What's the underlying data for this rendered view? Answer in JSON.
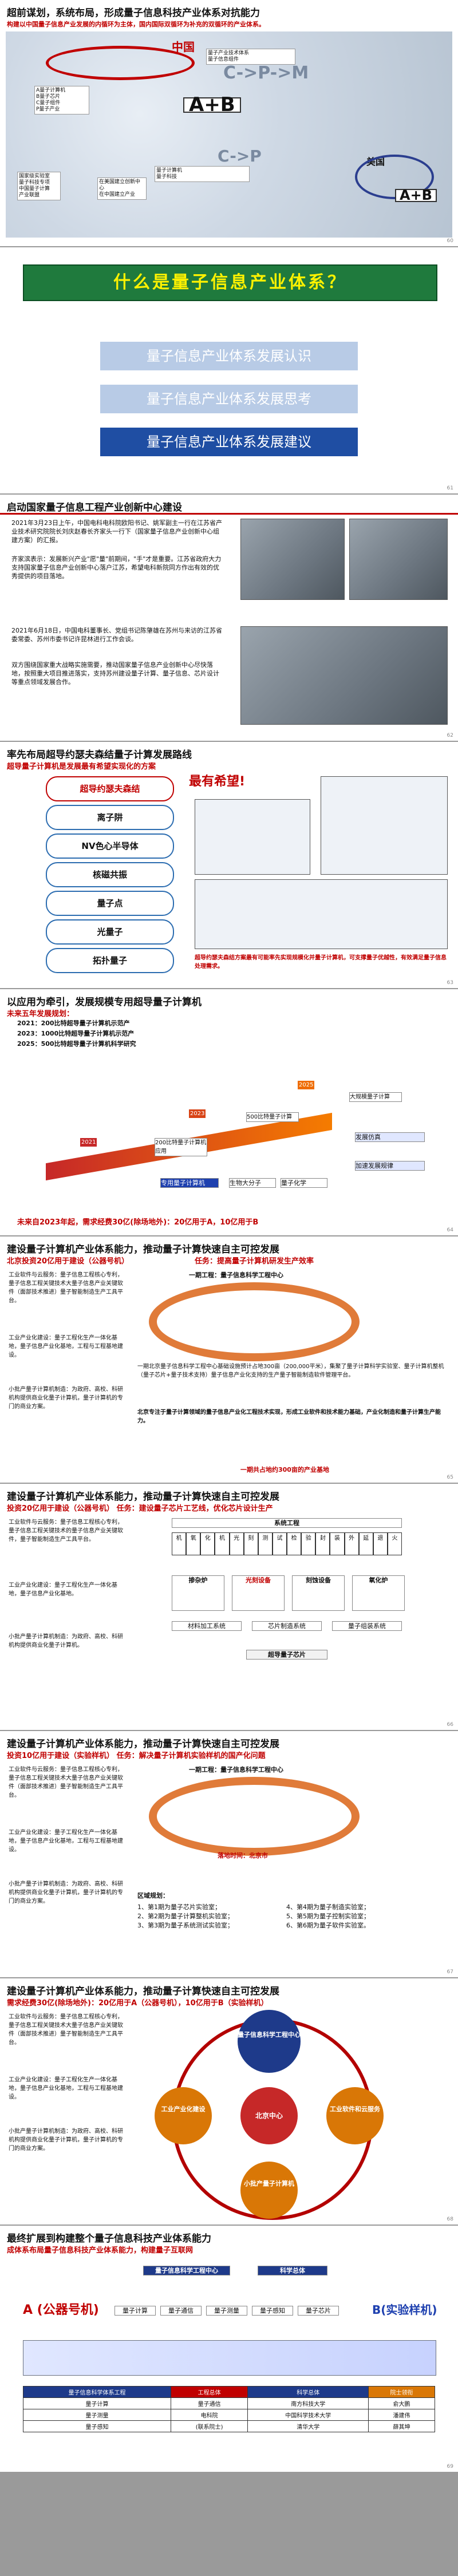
{
  "slide1": {
    "title": "超前谋划，系统布局，形成量子信息科技产业体系对抗能力",
    "subtitle": "构建以中国量子信息产业发展的内循环为主体，国内国际双循环为补充的双循环的产业体系。",
    "china": "中国",
    "usa": "美国",
    "formula1": "C->P->M",
    "formula2": "C->P",
    "ab": "A+B",
    "box_lines": [
      "量子产业技术体系",
      "量子信息组件",
      "量子计算机",
      "量子科技"
    ],
    "left_box": [
      "A量子计算机",
      "B量子芯片",
      "C量子组件",
      "P量子产业"
    ],
    "left_col": [
      "国家级实验室",
      "量子科技专项",
      "中国量子计算",
      "产业联盟"
    ],
    "middle_col": [
      "在美国建立创新中心",
      "在中国建立产业"
    ],
    "pg": "60"
  },
  "slide2": {
    "banner": "什么是量子信息产业体系？",
    "btn1": "量子信息产业体系发展认识",
    "btn2": "量子信息产业体系发展思考",
    "btn3": "量子信息产业体系发展建议",
    "pg": "61"
  },
  "slide3": {
    "title": "启动国家量子信息工程产业创新中心建设",
    "p1": "2021年3月23日上午，中国电科电科院欧阳书记、姚军副主一行在江苏省产业技术研究院院长刘庆赵春长齐家头一行下（国家量子信息产业创新中心组建方案）的汇报。",
    "p2": "齐家滨表示：发展新兴产业\"愿\"量\"前期间，\"手\"才是重要。江苏省政府大力支持国家量子信息产业创新中心落户江苏，希望电科新院同方作出有效的优秀提供的项目落地。",
    "p3": "2021年6月18日，中国电科董事长、党组书记陈肇雄在苏州与来访的江苏省委常委、苏州市委书记许昆林进行工作会谈。",
    "p4": "双方围绕国家重大战略实施需要，推动国家量子信息产业创新中心尽快落地，按照重大项目推进落实，支持苏州建设量子计算、量子信息、芯片设计等重点领域发展合作。",
    "pg": "62"
  },
  "slide4": {
    "title": "率先布局超导约瑟夫森结量子计算发展路线",
    "subtitle": "超导量子计算机是发展最有希望实现化的方案",
    "items": [
      "超导约瑟夫森结",
      "离子阱",
      "NV色心半导体",
      "核磁共振",
      "量子点",
      "光量子",
      "拓扑量子"
    ],
    "badge": "最有希望!",
    "caption": "超导约瑟夫森结方案最有可能率先实现规模化并量子计算机，可支撑量子优越性，有效满足量子信息处理需求。",
    "pg": "63"
  },
  "slide5": {
    "title": "以应用为牵引，发展规模专用超导量子计算机",
    "subtitle": "未来五年发展规划：",
    "plans": [
      "2021：200比特超导量子计算机示范产",
      "2023：1000比特超导量子计算机示范产",
      "2025：500比特超导量子计算机科学研究"
    ],
    "years": [
      "2021",
      "2023",
      "2025"
    ],
    "steps": [
      "200比特量子计算机应用",
      "500比特量子计算",
      "大规模量子计算"
    ],
    "labels": [
      "专用量子计算机",
      "生物大分子",
      "量子化学",
      "发展仿真",
      "加速发展规律"
    ],
    "bottom": "未来自2023年起，需求经费30亿(除场地外)：20亿用于A，10亿用于B",
    "pg": "64"
  },
  "slide6": {
    "title": "建设量子计算机产业体系能力，推动量子计算快速自主可控发展",
    "sub1": "北京投资20亿用于建设（公器号机）",
    "sub2": "任务：提高量子计算机研发生产效率",
    "left": [
      "工业软件与云服务：量子信息工程核心专利，量子信息工程关键技术大量子信息产业关键软件（面部技术推进）量子智能制造生产工具平台。",
      "工业产业化建设：量子工程化生产一体化基地，量子信息产业化基地，工程与工程基地建设。",
      "小批产量子计算机制造：为政府、高校、科研机构提供商业化量子计算机，量子计算机的专门的商业方案。"
    ],
    "ring_label": "一期工程：量子信息科学工程中心",
    "right": "一期北京量子信息科学工程中心基础设施预计占地300亩（200,000平米），集聚了量子计算科学实验室、量子计算机整机（量子芯片+量子技术支持）量子信息产业化支持的生产量子智能制造软件管理平台。",
    "right2": "北京专注于量子计算领域的量子信息产业化工程技术实现，形成工业软件和技术能力基础，产业化制造和量子计算生产能力。",
    "note": "一期共占地约300亩的产业基地",
    "pg": "65"
  },
  "slide7": {
    "title": "建设量子计算机产业体系能力，推动量子计算快速自主可控发展",
    "sub": "投资20亿用于建设（公器号机）      任务：建设量子芯片工艺线，优化芯片设计生产",
    "left": [
      "工业软件与云服务：量子信息工程核心专利，量子信息工程关键技术的量子信息产业关键软件，量子智能制造生产工具平台。",
      "工业产业化建设：量子工程化生产一体化基地，量子信息产业化基地。",
      "小批产量子计算机制造：为政府、高校、科研机构提供商业化量子计算机。"
    ],
    "sys": "系统工程",
    "cells": [
      "机",
      "氧",
      "化",
      "机",
      "光",
      "刻",
      "测",
      "试",
      "检",
      "验",
      "封",
      "装",
      "外",
      "延",
      "退",
      "火"
    ],
    "groups": [
      "掺杂炉",
      "光刻设备",
      "刻蚀设备",
      "氧化炉"
    ],
    "layer1": [
      "材料加工系统",
      "芯片制造系统",
      "量子组装系统"
    ],
    "chip": "超导量子芯片",
    "pg": "66"
  },
  "slide8": {
    "title": "建设量子计算机产业体系能力，推动量子计算快速自主可控发展",
    "sub": "投资10亿用于建设（实验样机）      任务：解决量子计算机实验样机的国产化问题",
    "ring_label": "一期工程：量子信息科学工程中心",
    "location": "落地时间：北京市",
    "right_title": "区域规划：",
    "right": [
      "1、第1期为量子芯片实验室；",
      "2、第2期为量子计算整机实验室；",
      "3、第3期为量子系统测试实验室；"
    ],
    "right2": [
      "4、第4期为量子制造实验室；",
      "5、第5期为量子控制实验室；",
      "6、第6期为量子软件实验室。"
    ],
    "pg": "67"
  },
  "slide9": {
    "title": "建设量子计算机产业体系能力，推动量子计算快速自主可控发展",
    "sub": "需求经费30亿(除场地外)：20亿用于A（公器号机），10亿用于B（实验样机）",
    "center": "北京中心",
    "nodes": [
      "量子信息科学工程中心",
      "工业软件和云服务",
      "工业产业化建设",
      "小批产量子计算机"
    ],
    "pg": "68"
  },
  "slide10": {
    "title": "最终扩展到构建整个量子信息科技产业体系能力",
    "sub": "成体系布局量子信息科技产业体系能力，构建量子互联网",
    "a": "A (公器号机)",
    "b": "B(实验样机)",
    "top_row": [
      "量子信息科学工程中心",
      "科学总体"
    ],
    "mid": [
      "量子计算",
      "量子通信",
      "量子测量",
      "量子感知",
      "量子芯片"
    ],
    "table_head": [
      "量子信息科学体系工程",
      "工程总体",
      "科学总体",
      "院士领衔"
    ],
    "table_rows": [
      [
        "量子计算",
        "量子通信",
        "南方科技大学",
        "俞大鹏"
      ],
      [
        "量子测量",
        "电科院",
        "中国科学技术大学",
        "潘建伟"
      ],
      [
        "量子感知",
        "(联系院士)",
        "清华大学",
        "薛其坤"
      ]
    ],
    "pg": "69"
  }
}
